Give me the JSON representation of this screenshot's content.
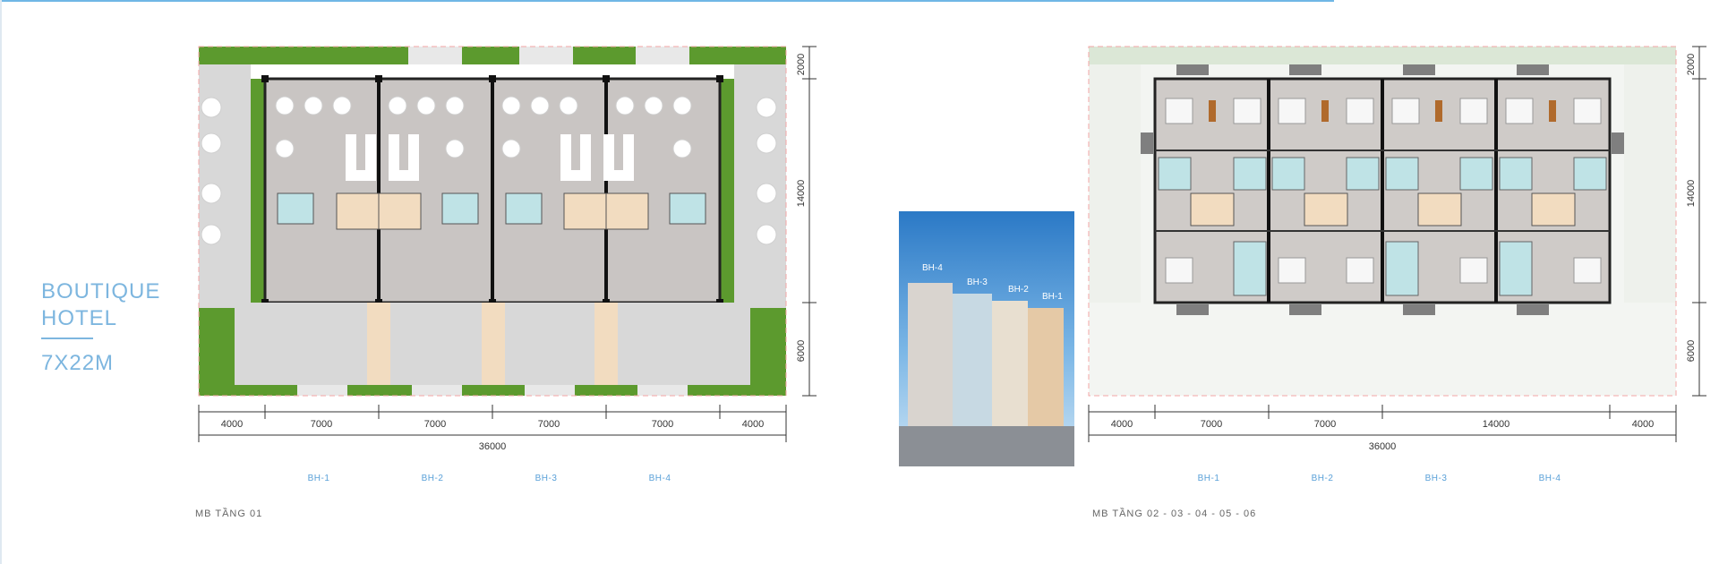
{
  "title": {
    "line1": "BOUTIQUE",
    "line2": "HOTEL",
    "size": "7X22M"
  },
  "plan_left": {
    "caption": "MB TẦNG 01",
    "top_dims": [
      "4000",
      "7000",
      "7000",
      "7000",
      "7000",
      "4000"
    ],
    "total_dim": "36000",
    "side_dims": [
      "2000",
      "14000",
      "6000"
    ],
    "units": [
      "BH-1",
      "BH-2",
      "BH-3",
      "BH-4"
    ]
  },
  "plan_right": {
    "caption": "MB TẦNG 02 - 03 - 04 - 05 - 06",
    "top_dims": [
      "4000",
      "7000",
      "7000",
      "14000",
      "4000"
    ],
    "total_dim": "36000",
    "side_dims": [
      "2000",
      "14000",
      "6000"
    ],
    "units": [
      "BH-1",
      "BH-2",
      "BH-3",
      "BH-4"
    ]
  },
  "photo": {
    "labels": [
      "BH-4",
      "BH-3",
      "BH-2",
      "BH-1"
    ]
  },
  "colors": {
    "accent": "#7db6df",
    "grass": "#5c9a2e",
    "paving": "#d4d4d4",
    "sand": "#f2dcc0"
  }
}
